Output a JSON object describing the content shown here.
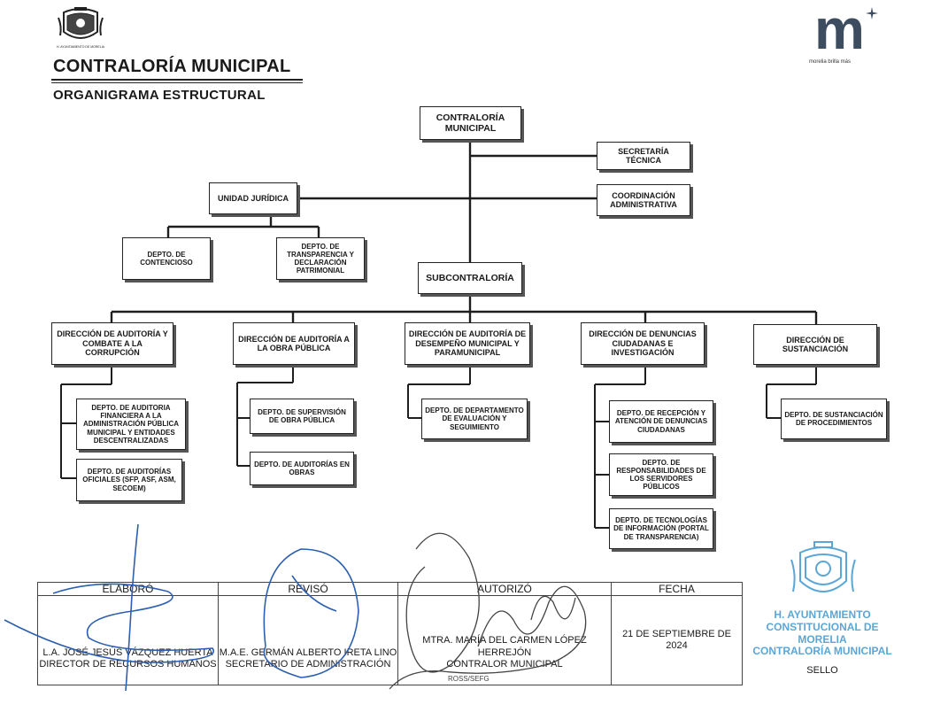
{
  "header": {
    "escudo_caption": "H. AYUNTAMIENTO DE MORELIA",
    "title": "CONTRALORÍA MUNICIPAL",
    "subtitle": "ORGANIGRAMA ESTRUCTURAL",
    "brand_wordmark": "m",
    "brand_tagline": "morelia brilla más"
  },
  "org": {
    "contraloria": "CONTRALORÍA MUNICIPAL",
    "secretaria": "SECRETARÍA TÉCNICA",
    "unidad_juridica": "UNIDAD JURÍDICA",
    "coordinacion": "COORDINACIÓN ADMINISTRATIVA",
    "depto_contencioso": "DEPTO. DE CONTENCIOSO",
    "depto_transparencia": "DEPTO. DE TRANSPARENCIA Y DECLARACIÓN PATRIMONIAL",
    "subcontraloria": "SUBCONTRALORÍA",
    "dir_auditoria_corrupcion": "DIRECCIÓN DE AUDITORÍA Y COMBATE A LA CORRUPCIÓN",
    "dir_obra_publica": "DIRECCIÓN DE AUDITORÍA A LA OBRA PÚBLICA",
    "dir_desempeno": "DIRECCIÓN DE AUDITORÍA DE DESEMPEÑO MUNICIPAL Y PARAMUNICIPAL",
    "dir_denuncias": "DIRECCIÓN DE DENUNCIAS CIUDADANAS E INVESTIGACIÓN",
    "dir_sustanciacion": "DIRECCIÓN DE SUSTANCIACIÓN",
    "depto_auditoria_financiera": "DEPTO. DE AUDITORIA FINANCIERA A LA ADMINISTRACIÓN PÚBLICA MUNICIPAL Y ENTIDADES DESCENTRALIZADAS",
    "depto_auditorias_oficiales": "DEPTO. DE AUDITORÍAS OFICIALES (SFP, ASF, ASM, SECOEM)",
    "depto_supervision": "DEPTO. DE SUPERVISIÓN DE OBRA PÚBLICA",
    "depto_auditorias_obras": "DEPTO. DE AUDITORÍAS EN OBRAS",
    "depto_evaluacion": "DEPTO. DE DEPARTAMENTO DE EVALUACIÓN Y SEGUIMIENTO",
    "depto_recepcion": "DEPTO. DE RECEPCIÓN Y ATENCIÓN DE DENUNCIAS CIUDADANAS",
    "depto_responsabilidades": "DEPTO. DE RESPONSABILIDADES DE LOS SERVIDORES PÚBLICOS",
    "depto_tecnologias": "DEPTO. DE TECNOLOGÍAS DE INFORMACIÓN (PORTAL DE TRANSPARENCIA)",
    "depto_sustanciacion": "DEPTO. DE SUSTANCIACIÓN DE PROCEDIMIENTOS"
  },
  "signatures": {
    "headers": {
      "elaboro": "ELABORÓ",
      "reviso": "REVISÓ",
      "autorizo": "AUTORIZÓ",
      "fecha": "FECHA"
    },
    "elaboro_name": "L.A. JOSÉ JESÚS VÁZQUEZ HUERTA",
    "elaboro_role": "DIRECTOR DE RECURSOS HUMANOS",
    "reviso_name": "M.A.E. GERMÁN ALBERTO IRETA LINO",
    "reviso_role": "SECRETARIO DE ADMINISTRACIÓN",
    "autorizo_name": "MTRA. MARÍA DEL CARMEN LÓPEZ HERREJÓN",
    "autorizo_role": "CONTRALOR MUNICIPAL",
    "fecha_value": "21 DE SEPTIEMBRE DE 2024",
    "initials": "ROSS/SEFG"
  },
  "seal": {
    "line1": "H. AYUNTAMIENTO",
    "line2": "CONSTITUCIONAL DE",
    "line3": "MORELIA",
    "line4": "CONTRALORÍA MUNICIPAL",
    "label": "SELLO"
  },
  "colors": {
    "ink": "#1e1e1e",
    "brand": "#3d4c5e",
    "seal_blue": "#5aa7d6",
    "pen_blue": "#2c5fb0"
  }
}
